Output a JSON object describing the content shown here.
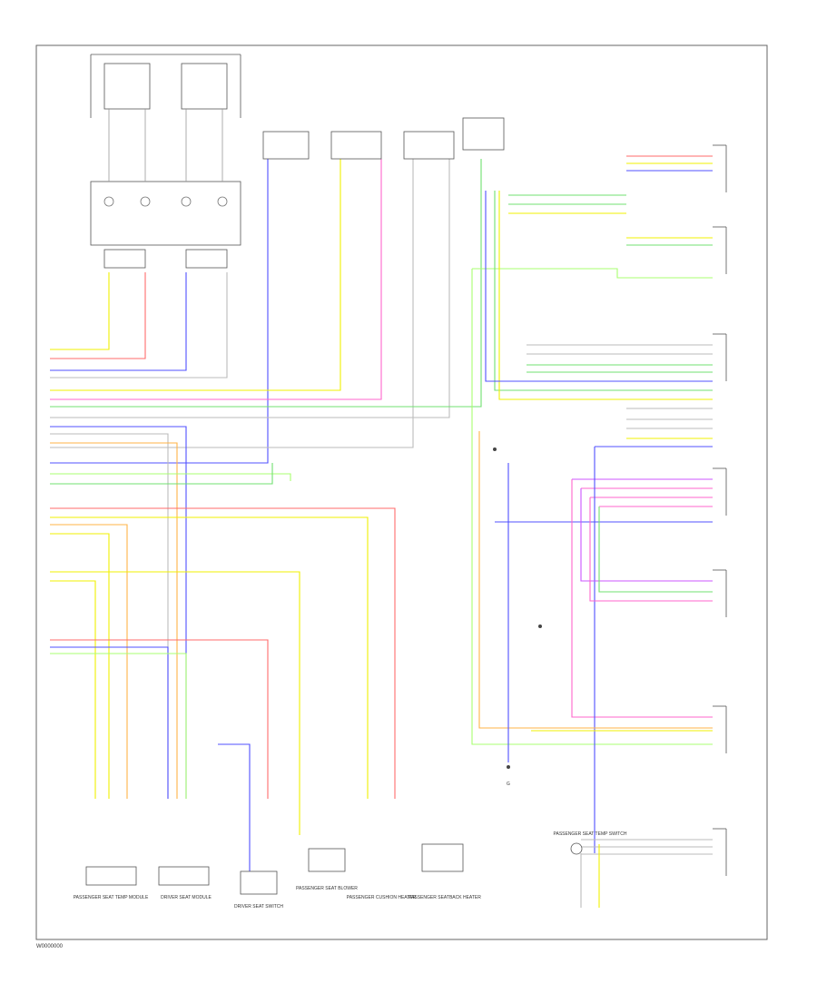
{
  "diagram": {
    "code": "W0000000",
    "colors": {
      "red": "#ff6b6b",
      "yellow": "#f0f000",
      "green": "#70e070",
      "blue": "#5050ff",
      "pink": "#ff66cc",
      "violet": "#cc55ff",
      "orange": "#ffb347",
      "lightgreen": "#a8ff70",
      "gray": "#bbbbbb",
      "black": "#000000"
    },
    "components": [
      {
        "id": "passenger-seat-temp-module",
        "label": "PASSENGER SEAT TEMP MODULE"
      },
      {
        "id": "driver-seat-module",
        "label": "DRIVER SEAT MODULE"
      },
      {
        "id": "driver-seat-switch",
        "label": "DRIVER SEAT SWITCH"
      },
      {
        "id": "passenger-seat-blower",
        "label": "PASSENGER SEAT BLOWER"
      },
      {
        "id": "passenger-cushion-heater",
        "label": "PASSENGER CUSHION HEATER"
      },
      {
        "id": "passenger-seat-temp-switch",
        "label": "PASSENGER SEAT TEMP SWITCH"
      },
      {
        "id": "passenger-seatback-heater",
        "label": "PASSENGER SEATBACK HEATER"
      },
      {
        "id": "s-ground",
        "label": "G"
      }
    ]
  }
}
